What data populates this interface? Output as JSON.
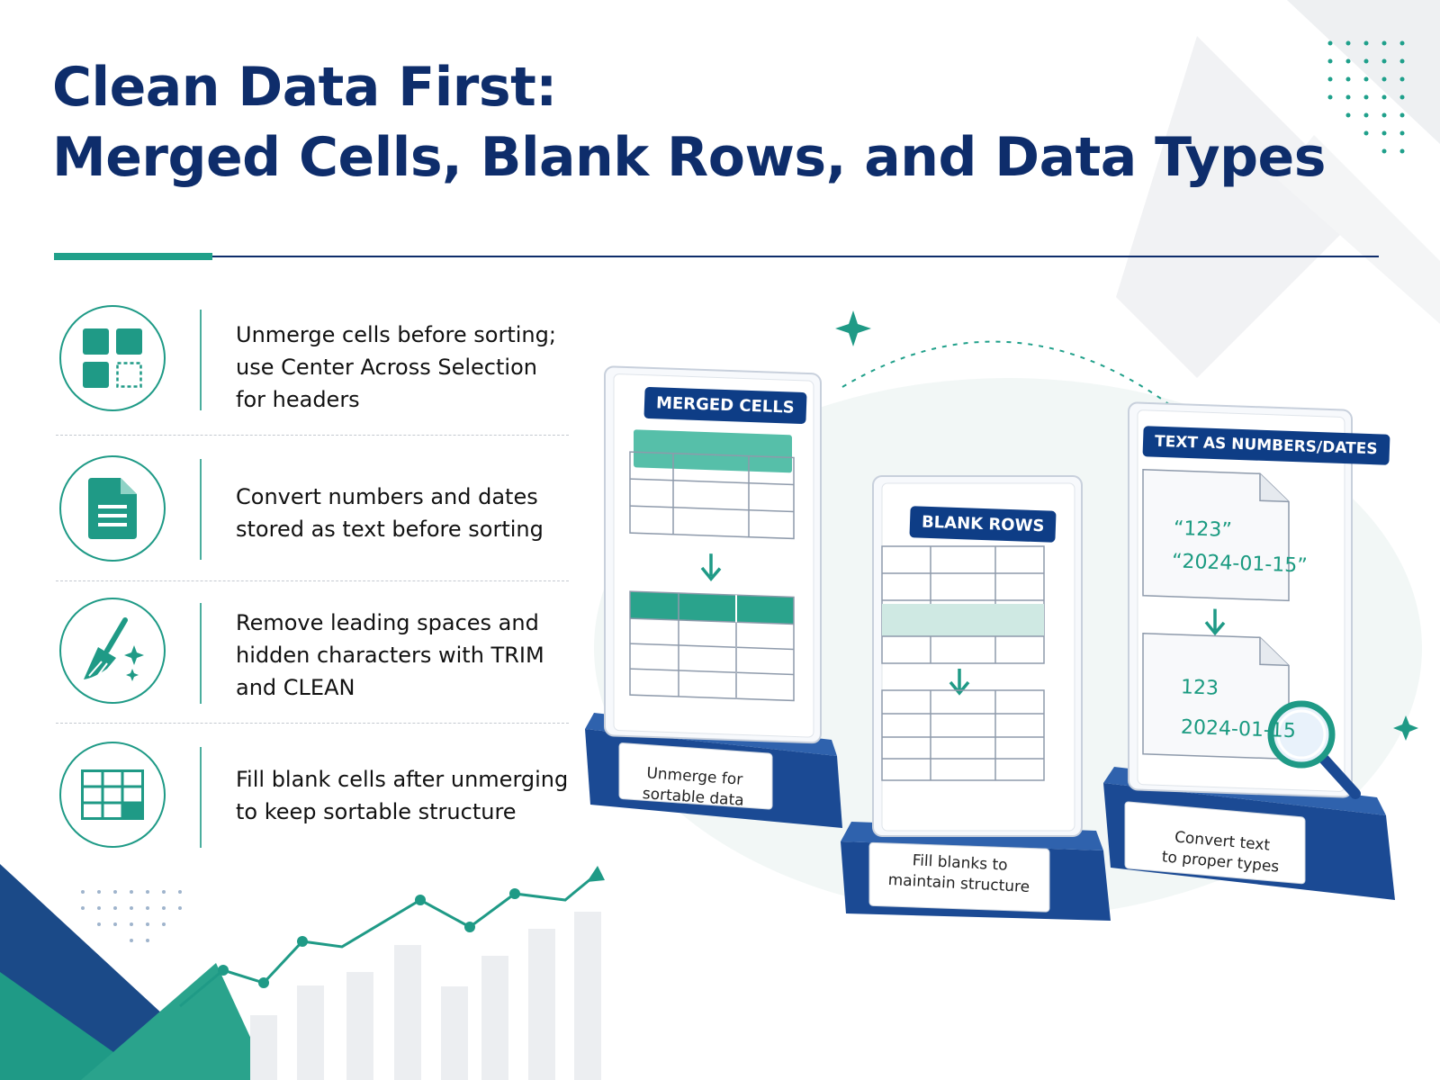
{
  "title": {
    "line1": "Clean Data First:",
    "line2": "Merged Cells, Blank Rows, and Data Types"
  },
  "tips": [
    {
      "icon": "grid-squares-icon",
      "lines": [
        "Unmerge cells before sorting;",
        "use Center Across Selection",
        "for headers"
      ]
    },
    {
      "icon": "document-icon",
      "lines": [
        "Convert numbers and dates",
        "stored as text before sorting"
      ]
    },
    {
      "icon": "broom-icon",
      "lines": [
        "Remove leading spaces and",
        "hidden characters with TRIM",
        "and CLEAN"
      ]
    },
    {
      "icon": "table-grid-icon",
      "lines": [
        "Fill blank cells after unmerging",
        "to keep sortable structure"
      ]
    }
  ],
  "stands": {
    "merged": {
      "label": "MERGED CELLS",
      "base": [
        "Unmerge for",
        "sortable data"
      ]
    },
    "blank": {
      "label": "BLANK ROWS",
      "base": [
        "Fill blanks to",
        "maintain structure"
      ]
    },
    "types": {
      "label": "TEXT AS NUMBERS/DATES",
      "before": [
        "“123”",
        "“2024-01-15”"
      ],
      "after": [
        "123",
        "2024-01-15"
      ],
      "base": [
        "Convert text",
        "to proper types"
      ]
    }
  },
  "colors": {
    "navy": "#0e2d6b",
    "teal": "#20a08a",
    "stand_blue": "#1b4a94"
  }
}
